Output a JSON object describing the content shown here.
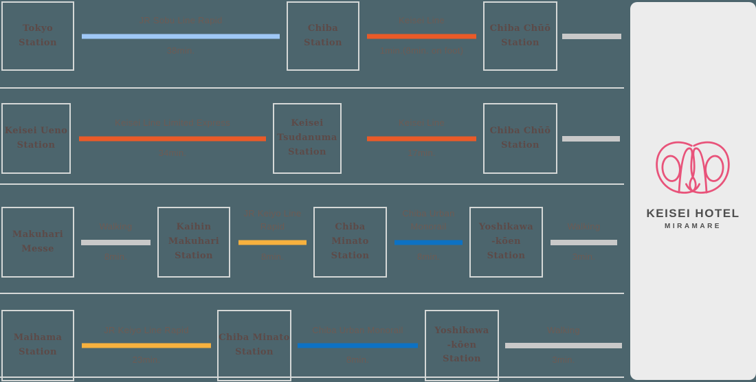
{
  "colors": {
    "jr_sobu_rapid": "#9fc8f7",
    "keisei_line": "#ea5a28",
    "jr_keiyo_rapid": "#f7b13e",
    "chiba_monorail": "#0d72c4",
    "walking": "#c9c9c9",
    "logo_pink": "#e8537a",
    "background": "#4c656d",
    "panel": "#ececec"
  },
  "hotel_panel": {
    "title": "KEISEI HOTEL",
    "subtitle": "MIRAMARE"
  },
  "routes": [
    {
      "segments": [
        {
          "type": "station",
          "label": "Tokyo\nStation"
        },
        {
          "type": "leg",
          "label": "JR Sobu Line Rapid",
          "time": "38min.",
          "line": "jr_sobu_rapid"
        },
        {
          "type": "station",
          "label": "Chiba\nStation"
        },
        {
          "type": "leg",
          "label": "Keisei Line",
          "time": "1min.(8min. on foot)",
          "line": "keisei_line"
        },
        {
          "type": "station",
          "label": "Chiba Chūō\nStation"
        },
        {
          "type": "leg",
          "label": "",
          "time": "",
          "line": "walking"
        }
      ]
    },
    {
      "segments": [
        {
          "type": "station",
          "label": "Keisei Ueno\nStation"
        },
        {
          "type": "leg",
          "label": "Keisei Line Limited Express",
          "time": "34min.",
          "line": "keisei_line"
        },
        {
          "type": "station",
          "label": "Keisei\nTsudanuma\nStation"
        },
        {
          "type": "leg",
          "label": "Keisei Line",
          "time": "17min.",
          "line": "keisei_line"
        },
        {
          "type": "station",
          "label": "Chiba Chūō\nStation"
        },
        {
          "type": "leg",
          "label": "",
          "time": "",
          "line": "walking"
        }
      ]
    },
    {
      "segments": [
        {
          "type": "station",
          "label": "Makuhari\nMesse"
        },
        {
          "type": "leg",
          "label": "Walking",
          "time": "8min.",
          "line": "walking"
        },
        {
          "type": "station",
          "label": "Kaihin Makuhari\nStation"
        },
        {
          "type": "leg",
          "label": "JR Keiyo Line\nRapid",
          "time": "8min.",
          "line": "jr_keiyo_rapid"
        },
        {
          "type": "station",
          "label": "Chiba Minato\nStation"
        },
        {
          "type": "leg",
          "label": "Chiba Urban\nMonorail",
          "time": "8min.",
          "line": "chiba_monorail"
        },
        {
          "type": "station",
          "label": "Yoshikawa\n-kōen\nStation"
        },
        {
          "type": "leg",
          "label": "Walking",
          "time": "3min.",
          "line": "walking"
        }
      ]
    },
    {
      "segments": [
        {
          "type": "station",
          "label": "Maihama\nStation"
        },
        {
          "type": "leg",
          "label": "JR Keiyo Line Rapid",
          "time": "23min.",
          "line": "jr_keiyo_rapid"
        },
        {
          "type": "station",
          "label": "Chiba Minato\nStation"
        },
        {
          "type": "leg",
          "label": "Chiba Urban Monorail",
          "time": "8min.",
          "line": "chiba_monorail"
        },
        {
          "type": "station",
          "label": "Yoshikawa\n-kōen\nStation"
        },
        {
          "type": "leg",
          "label": "Walking",
          "time": "3min.",
          "line": "walking"
        }
      ]
    }
  ]
}
